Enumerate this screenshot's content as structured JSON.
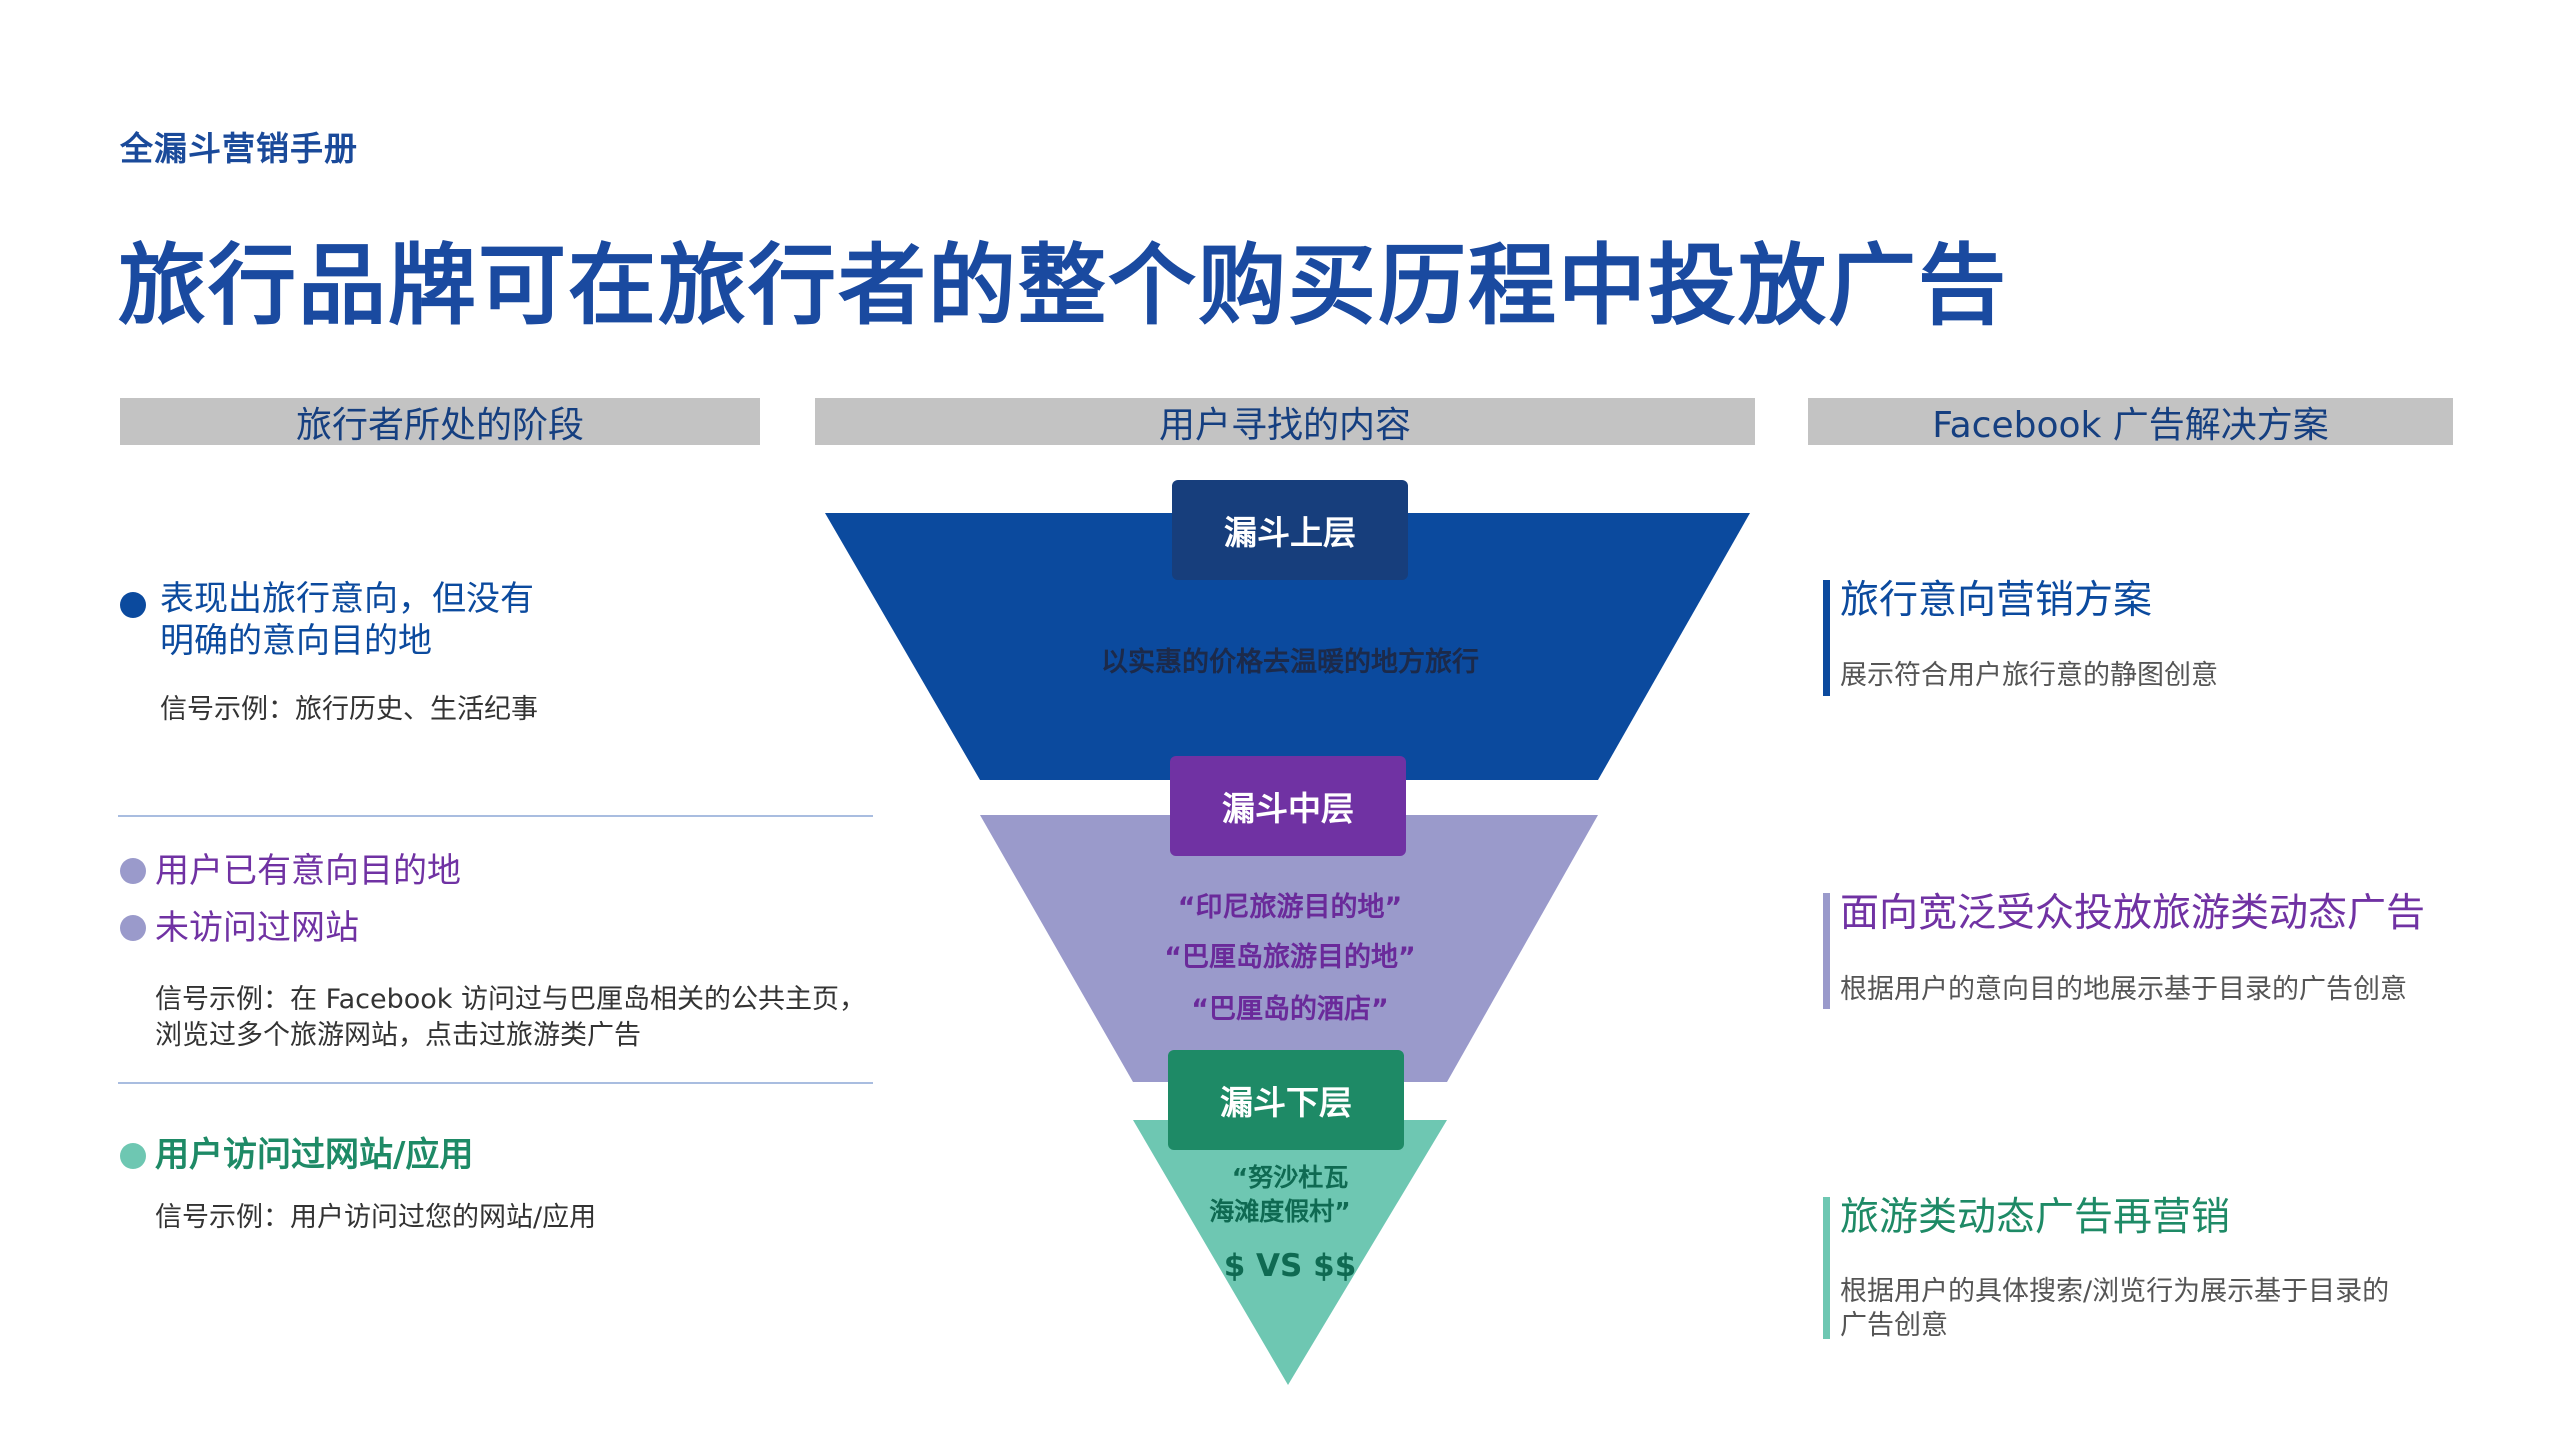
{
  "header": {
    "kicker": "全漏斗营销手册",
    "title": "旅行品牌可在旅行者的整个购买历程中投放广告"
  },
  "columns": {
    "stage": "旅行者所处的阶段",
    "content": "用户寻找的内容",
    "solution": "Facebook 广告解决方案"
  },
  "stages": {
    "upper": {
      "line1": "表现出旅行意向，但没有",
      "line2": "明确的意向目的地",
      "signal": "信号示例：旅行历史、生活纪事"
    },
    "middle": {
      "item1": "用户已有意向目的地",
      "item2": "未访问过网站",
      "signal1": "信号示例：在 Facebook 访问过与巴厘岛相关的公共主页，",
      "signal2": "浏览过多个旅游网站，点击过旅游类广告"
    },
    "lower": {
      "item1": "用户访问过网站/应用",
      "signal": "信号示例：用户访问过您的网站/应用"
    }
  },
  "funnel": {
    "upper": {
      "tab": "漏斗上层",
      "text": "以实惠的价格去温暖的地方旅行"
    },
    "middle": {
      "tab": "漏斗中层",
      "line1": "“印尼旅游目的地”",
      "line2": "“巴厘岛旅游目的地”",
      "line3": "“巴厘岛的酒店”"
    },
    "lower": {
      "tab": "漏斗下层",
      "line1": "“努沙杜瓦",
      "line2": "海滩度假村”",
      "price": "$ VS $$"
    }
  },
  "solutions": {
    "upper": {
      "title": "旅行意向营销方案",
      "desc": "展示符合用户旅行意的静图创意"
    },
    "middle": {
      "title": "面向宽泛受众投放旅游类动态广告",
      "desc": "根据用户的意向目的地展示基于目录的广告创意"
    },
    "lower": {
      "title": "旅游类动态广告再营销",
      "desc1": "根据用户的具体搜索/浏览行为展示基于目录的",
      "desc2": "广告创意"
    }
  },
  "colors": {
    "upper": "#0b4a9e",
    "middle": "#9a9acb",
    "middle_tab": "#7032a3",
    "lower": "#6ec7b2",
    "lower_tab": "#1e8a66",
    "column_header": "#c3c3c3"
  }
}
